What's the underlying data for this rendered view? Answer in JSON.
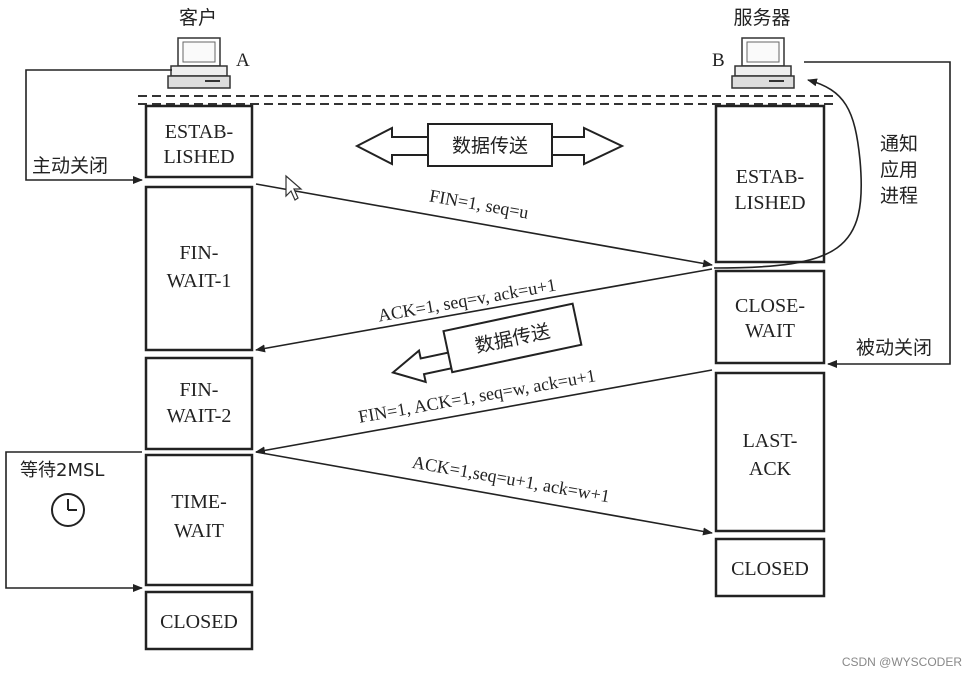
{
  "client": {
    "title": "客户",
    "letter": "A"
  },
  "server": {
    "title": "服务器",
    "letter": "B"
  },
  "client_states": [
    {
      "lines": [
        "ESTAB-",
        "LISHED"
      ]
    },
    {
      "lines": [
        "FIN-",
        "WAIT-1"
      ]
    },
    {
      "lines": [
        "FIN-",
        "WAIT-2"
      ]
    },
    {
      "lines": [
        "TIME-",
        "WAIT"
      ]
    },
    {
      "lines": [
        "CLOSED"
      ]
    }
  ],
  "server_states": [
    {
      "lines": [
        "ESTAB-",
        "LISHED"
      ]
    },
    {
      "lines": [
        "CLOSE-",
        "WAIT"
      ]
    },
    {
      "lines": [
        "LAST-",
        "ACK"
      ]
    },
    {
      "lines": [
        "CLOSED"
      ]
    }
  ],
  "messages": [
    {
      "text": "FIN=1, seq=u"
    },
    {
      "text": "ACK=1, seq=v, ack=u+1"
    },
    {
      "text": "FIN=1, ACK=1, seq=w, ack=u+1"
    },
    {
      "text": "ACK=1,seq=u+1, ack=w+1"
    }
  ],
  "data_transfer_1": "数据传送",
  "data_transfer_2": "数据传送",
  "active_close": "主动关闭",
  "passive_close": "被动关闭",
  "notify_app": [
    "通知",
    "应用",
    "进程"
  ],
  "wait_2msl": "等待2MSL",
  "watermark": "CSDN @WYSCODER"
}
